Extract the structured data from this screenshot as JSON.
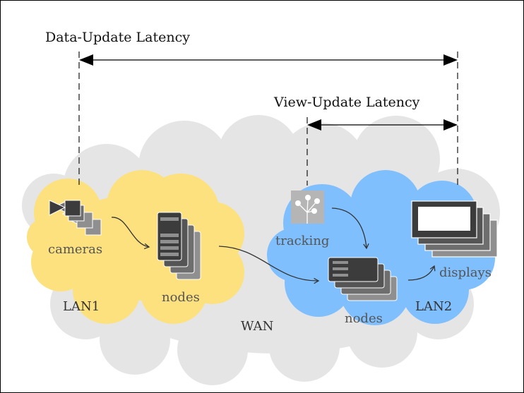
{
  "latency": {
    "data_update": "Data-Update Latency",
    "view_update": "View-Update Latency"
  },
  "labels": {
    "cameras": "cameras",
    "nodes_lan1": "nodes",
    "lan1": "LAN1",
    "wan": "WAN",
    "tracking": "tracking",
    "nodes_lan2": "nodes",
    "displays": "displays",
    "lan2": "LAN2"
  },
  "colors": {
    "wan_cloud": "#e5e5e5",
    "lan1_cloud": "#fde17e",
    "lan2_cloud": "#7fbffe",
    "device_dark": "#3c3c3c",
    "device_mid": "#6e6e6e",
    "device_light": "#8f8f8f"
  },
  "icons": [
    "camera-icon",
    "server-node-icon",
    "tracking-icon",
    "display-icon"
  ]
}
